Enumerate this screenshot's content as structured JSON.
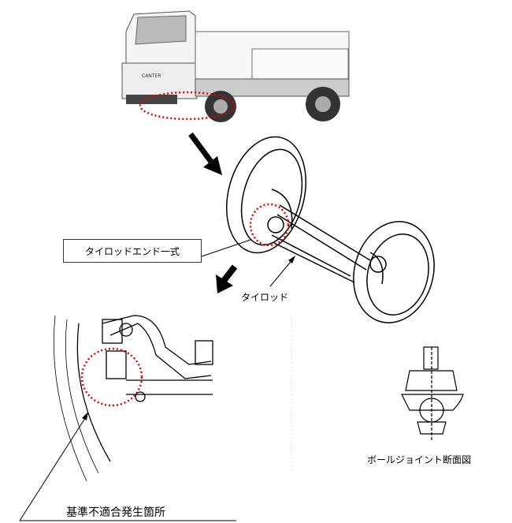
{
  "labels": {
    "tie_rod_end_assembly": "タイロッドエンド一式",
    "tie_rod": "タイロッド",
    "ball_joint_section": "ボールジョイント断面図",
    "defect_location": "基準不適合発生箇所"
  },
  "truck": {
    "badge": "CANTER"
  },
  "colors": {
    "highlight": "#e00000",
    "line": "#000000"
  }
}
